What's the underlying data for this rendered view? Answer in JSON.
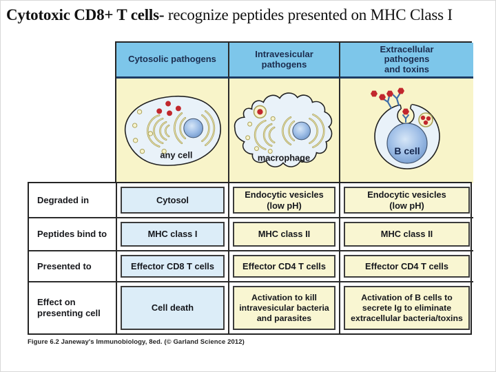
{
  "slide": {
    "title_bold": "Cytotoxic CD8+ T cells-",
    "title_rest": " recognize peptides presented on MHC Class I",
    "caption": "Figure 6.2  Janeway's Immunobiology, 8ed. (© Garland Science 2012)"
  },
  "table": {
    "column_headers": [
      "Cytosolic pathogens",
      "Intravesicular\npathogens",
      "Extracellular\npathogens\nand toxins"
    ],
    "cell_labels": [
      "any cell",
      "macrophage",
      "B cell"
    ],
    "rows": [
      {
        "label": "Degraded in",
        "values": [
          "Cytosol",
          "Endocytic vesicles\n(low pH)",
          "Endocytic vesicles\n(low pH)"
        ]
      },
      {
        "label": "Peptides bind to",
        "values": [
          "MHC class I",
          "MHC class II",
          "MHC class II"
        ]
      },
      {
        "label": "Presented to",
        "values": [
          "Effector CD8 T cells",
          "Effector CD4 T cells",
          "Effector CD4 T cells"
        ]
      },
      {
        "label": "Effect on\npresenting cell",
        "values": [
          "Cell death",
          "Activation to kill\nintravesicular bacteria\nand parasites",
          "Activation of B cells to\nsecrete Ig to eliminate\nextracellular bacteria/toxins"
        ]
      }
    ]
  },
  "colors": {
    "header_bg": "#7dc6ea",
    "header_text": "#1b2c4e",
    "header_divider": "#1d3c64",
    "row_bg_yellow": "#f8f4c9",
    "box_yellow": "#f9f6d2",
    "box_blue": "#dcedf8",
    "cytoplasm_blue": "#e9f2f9",
    "nucleus_blue": "#6e95c9",
    "pathogen_red": "#c1272d",
    "receptor_blue": "#3e6ea8",
    "golgi_olive": "#aaa157",
    "table_line": "#242424"
  }
}
